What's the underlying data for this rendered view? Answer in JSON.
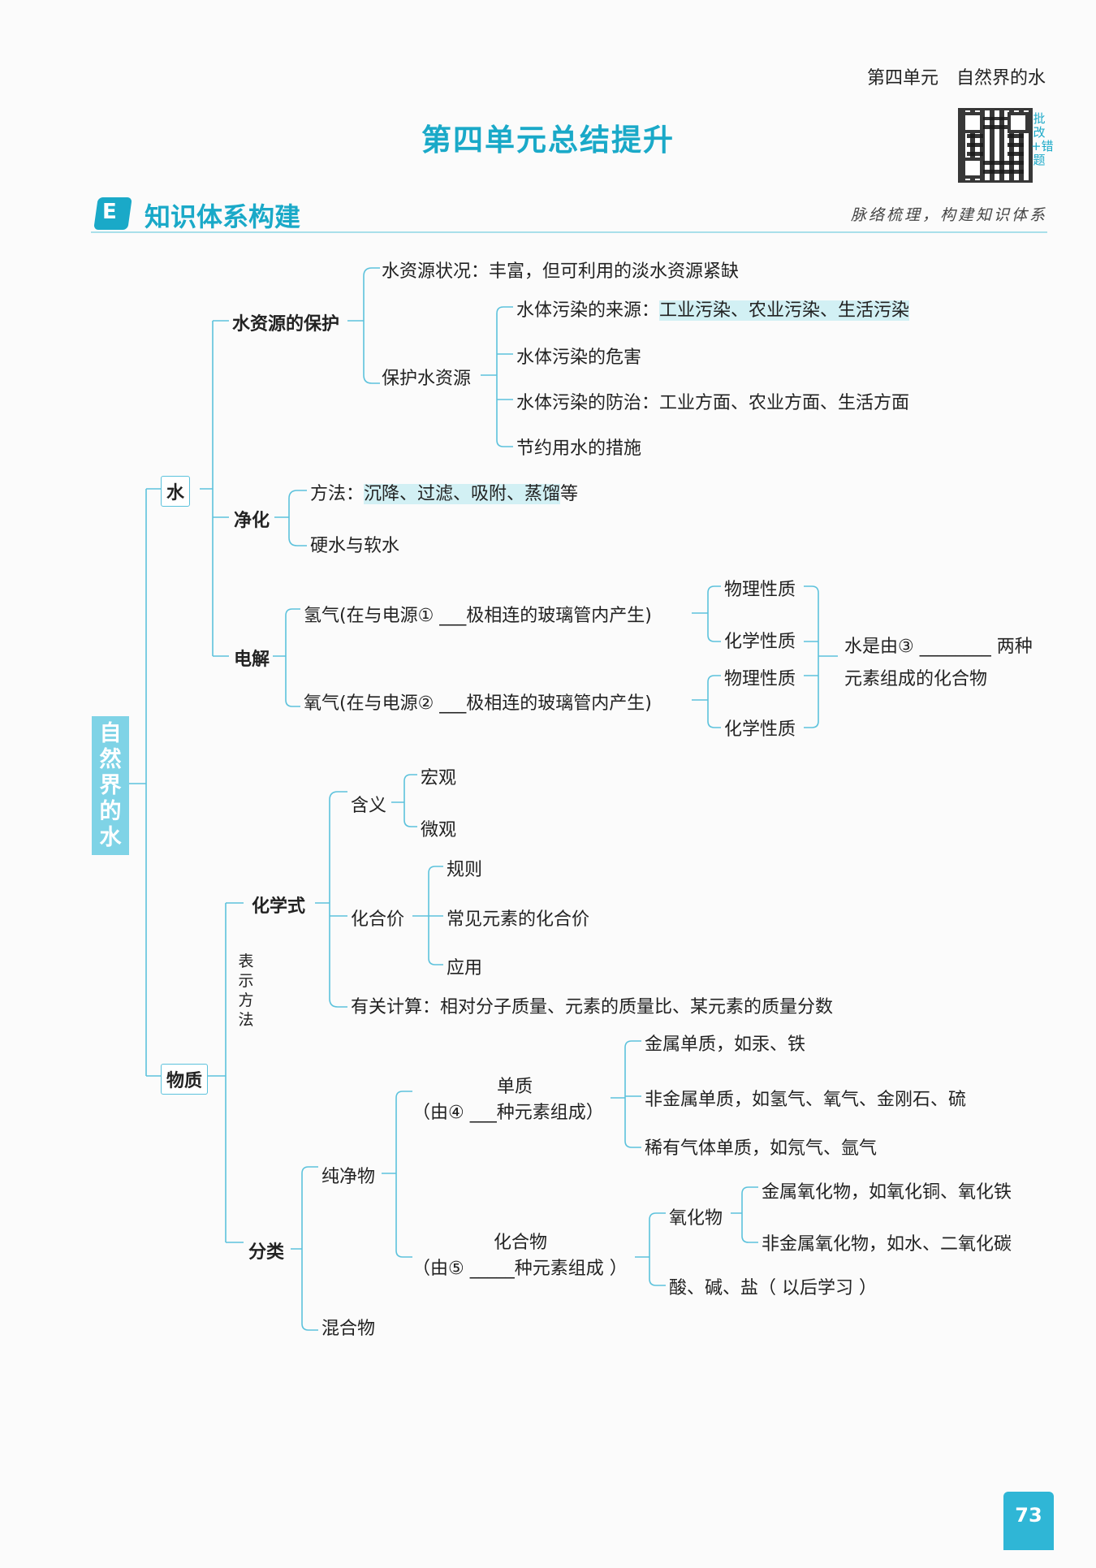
{
  "header": {
    "unit_label": "第四单元　自然界的水",
    "title": "第四单元总结提升",
    "qr_side_text": "批改+错题"
  },
  "section": {
    "icon_glyph": "E",
    "title": "知识体系构建",
    "subtitle": "脉络梳理，构建知识体系"
  },
  "root": {
    "label": "自然界的水"
  },
  "water": {
    "label": "水",
    "protection": {
      "label": "水资源的保护",
      "status": "水资源状况：丰富，但可利用的淡水资源紧缺",
      "protect": {
        "label": "保护水资源",
        "pollution_source_prefix": "水体污染的来源：",
        "pollution_source_items": "工业污染、农业污染、生活污染",
        "pollution_harm": "水体污染的危害",
        "pollution_control": "水体污染的防治：工业方面、农业方面、生活方面",
        "saving": "节约用水的措施"
      }
    },
    "purification": {
      "label": "净化",
      "method_prefix": "方法：",
      "method_items": "沉降、过滤、吸附、蒸馏",
      "method_suffix": "等",
      "hard_soft": "硬水与软水"
    },
    "electrolysis": {
      "label": "电解",
      "hydrogen": "氢气(在与电源① ___极相连的玻璃管内产生)",
      "oxygen": "氧气(在与电源② ___极相连的玻璃管内产生)",
      "physical_1": "物理性质",
      "chemical_1": "化学性质",
      "physical_2": "物理性质",
      "chemical_2": "化学性质",
      "conclusion_1": "水是由③ ________ 两种",
      "conclusion_2": "元素组成的化合物"
    }
  },
  "matter": {
    "label": "物质",
    "representation": "表示方法",
    "formula": {
      "label": "化学式",
      "meaning": "含义",
      "macro": "宏观",
      "micro": "微观",
      "valence": "化合价",
      "rules": "规则",
      "common_valence": "常见元素的化合价",
      "application": "应用",
      "calculation": "有关计算：相对分子质量、元素的质量比、某元素的质量分数"
    },
    "classification": {
      "label": "分类",
      "pure": "纯净物",
      "mixture": "混合物",
      "element_label": "单质",
      "element_desc": "（由④ ___种元素组成）",
      "metal_element": "金属单质，如汞、铁",
      "nonmetal_element": "非金属单质，如氢气、氧气、金刚石、硫",
      "noble_gas": "稀有气体单质，如氖气、氩气",
      "compound_label": "化合物",
      "compound_desc": "（由⑤ _____种元素组成 ）",
      "oxide": "氧化物",
      "metal_oxide": "金属氧化物，如氧化铜、氧化铁",
      "nonmetal_oxide": "非金属氧化物，如水、二氧化碳",
      "acid_base_salt": "酸、碱、盐（ 以后学习 ）"
    }
  },
  "page_number": "73",
  "colors": {
    "accent": "#1aa9c8",
    "line": "#5cc2dc",
    "highlight": "#d2f0f4"
  }
}
